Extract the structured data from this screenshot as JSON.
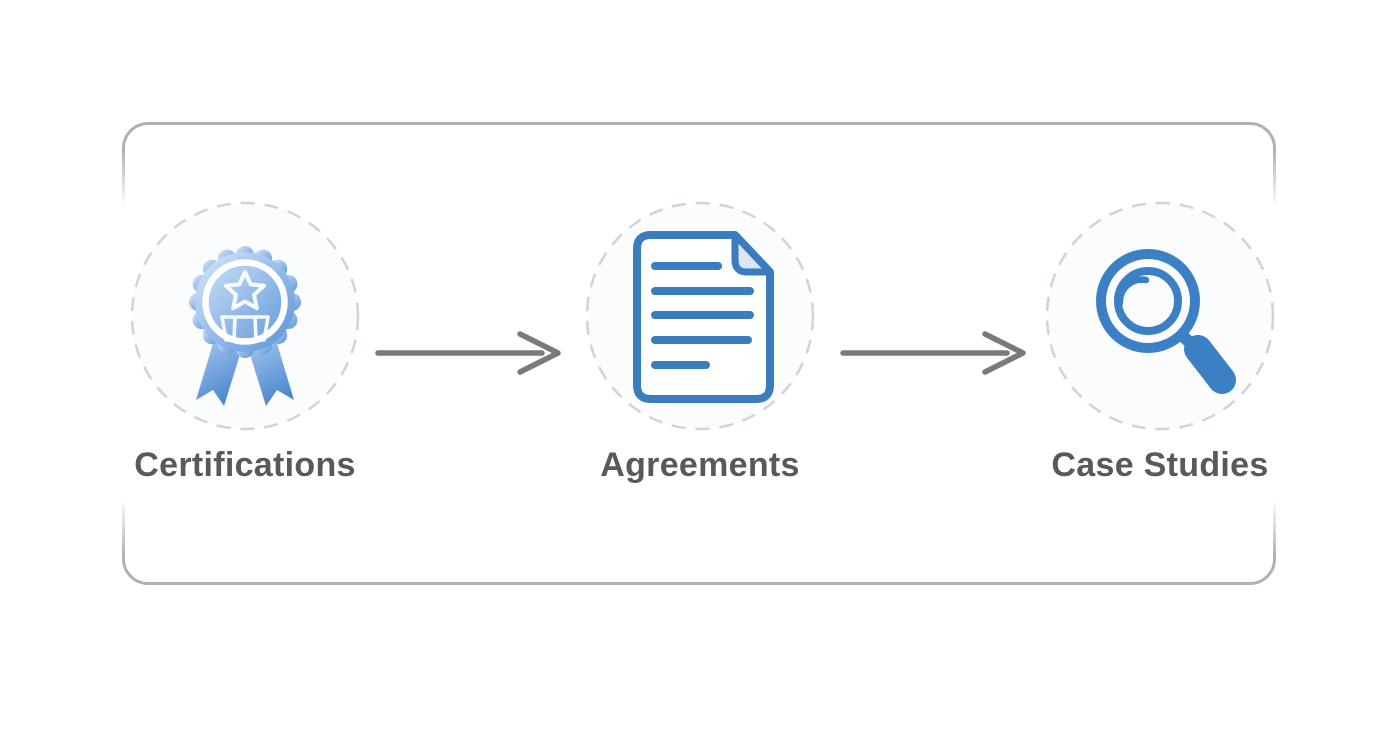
{
  "diagram": {
    "steps": [
      {
        "id": "certifications",
        "label": "Certifications",
        "icon": "award-ribbon-icon"
      },
      {
        "id": "agreements",
        "label": "Agreements",
        "icon": "document-icon"
      },
      {
        "id": "case-studies",
        "label": "Case Studies",
        "icon": "magnifying-glass-icon"
      }
    ],
    "arrows": [
      {
        "from": "Certifications",
        "to": "Agreements"
      },
      {
        "from": "Agreements",
        "to": "Case Studies"
      }
    ],
    "colors": {
      "accent_blue": "#3a7cbd",
      "magnifier_blue": "#3b80c4",
      "badge_gradient_light": "#d9e8f8",
      "badge_gradient_dark": "#5a92d5",
      "ribbon_gradient_light": "#a6c8ef",
      "ribbon_gradient_dark": "#4e89d0",
      "dashed_circle": "#cfd4d9",
      "arrow_gray": "#7a7a7a",
      "frame_border": "#b1b1b1",
      "label_text": "#58595b"
    }
  }
}
